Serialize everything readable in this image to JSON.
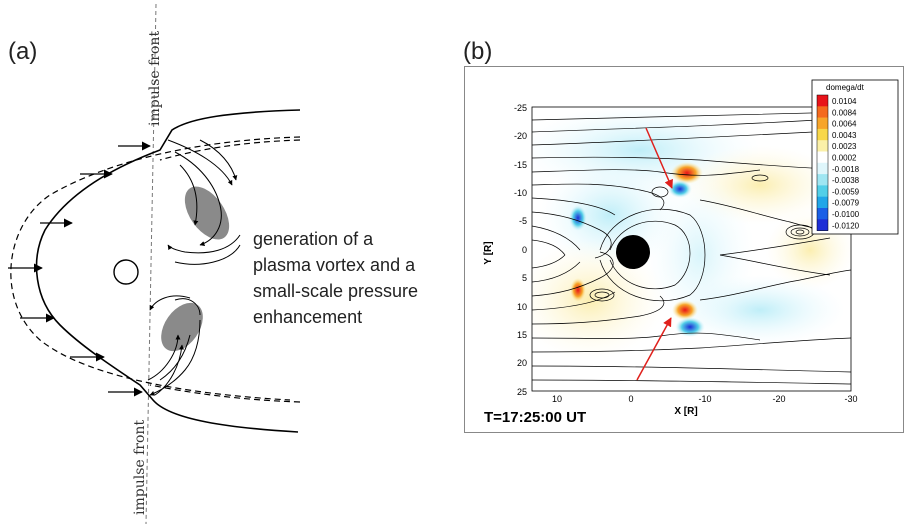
{
  "panel_a": {
    "label": "(a)",
    "impulse_front_top": "impulse front",
    "impulse_front_bottom": "impulse front",
    "caption_lines": [
      "generation of a",
      "plasma vortex and a",
      "small-scale pressure",
      "enhancement"
    ]
  },
  "panel_b": {
    "label": "(b)",
    "legend_title": "domega/dt",
    "legend_values": [
      "0.0104",
      "0.0084",
      "0.0064",
      "0.0043",
      "0.0023",
      "0.0002",
      "-0.0018",
      "-0.0038",
      "-0.0059",
      "-0.0079",
      "-0.0100",
      "-0.0120"
    ],
    "legend_colors": [
      "#e8141a",
      "#f46a1e",
      "#f7a52a",
      "#f8d74a",
      "#fbf0a8",
      "#ffffff",
      "#dff6fb",
      "#9fe6f2",
      "#52cfe8",
      "#21a6e8",
      "#1a5fe6",
      "#1d2ed6"
    ],
    "x_axis_title": "X [R]",
    "y_axis_title": "Y [R]",
    "x_ticks": [
      "10",
      "0",
      "-10",
      "-20",
      "-30"
    ],
    "y_ticks": [
      "-25",
      "-20",
      "-15",
      "-10",
      "-5",
      "0",
      "5",
      "10",
      "15",
      "20",
      "25"
    ],
    "timestamp": "T=17:25:00 UT"
  }
}
